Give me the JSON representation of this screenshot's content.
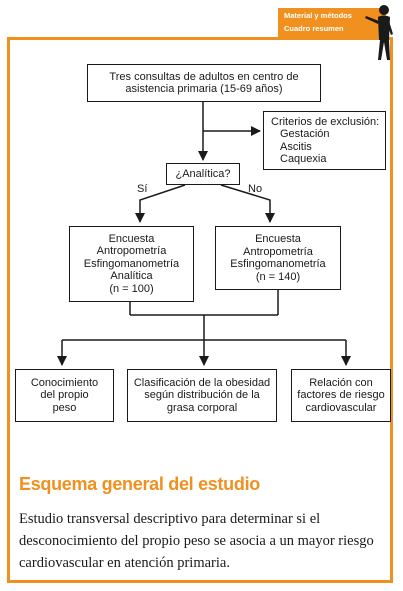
{
  "header_tag": {
    "line1": "Material y métodos",
    "line2": "Cuadro resumen"
  },
  "diagram": {
    "start": "Tres consultas de adultos en centro de asistencia primaria (15-69 años)",
    "exclusion": {
      "heading": "Criterios de exclusión:",
      "items": [
        "Gestación",
        "Ascitis",
        "Caquexia"
      ]
    },
    "decision": "¿Analítica?",
    "yes_label": "Sí",
    "no_label": "No",
    "group_yes": {
      "lines": [
        "Encuesta",
        "Antropometría",
        "Esfingomanometría",
        "Analítica"
      ],
      "n": "(n = 100)"
    },
    "group_no": {
      "lines": [
        "Encuesta",
        "Antropometría",
        "Esfingomanometría"
      ],
      "n": "(n = 140)"
    },
    "outcomes": [
      "Conocimiento del propio peso",
      "Clasificación de la obesidad según distribución de la grasa corporal",
      "Relación con factores de riesgo cardiovascular"
    ]
  },
  "title": "Esquema general del estudio",
  "description": "Estudio transversal descriptivo para determinar si el desconocimiento del propio peso se asocia a un mayor riesgo cardiovascular en atención primaria.",
  "colors": {
    "accent": "#f0901e",
    "ink": "#1a1a1a"
  }
}
